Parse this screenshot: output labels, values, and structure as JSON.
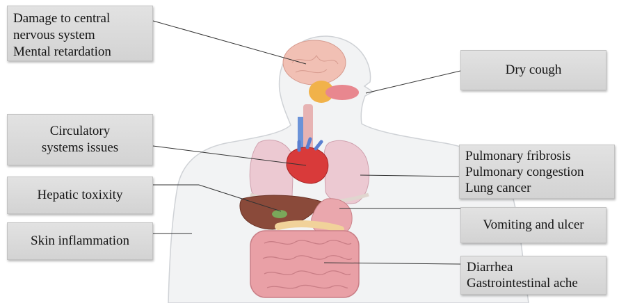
{
  "labels": {
    "brain": [
      "Damage to central",
      "nervous system",
      "Mental retardation"
    ],
    "mouth": [
      "Dry cough"
    ],
    "heart": [
      "Circulatory",
      "systems issues"
    ],
    "lungs": [
      "Pulmonary fribrosis",
      "Pulmonary congestion",
      "Lung cancer"
    ],
    "liver": [
      "Hepatic toxixity"
    ],
    "stomach": [
      "Vomiting and ulcer"
    ],
    "skin": [
      "Skin inflammation"
    ],
    "intestine": [
      "Diarrhea",
      "Gastrointestinal ache"
    ]
  },
  "colors": {
    "skin": "#f0f1f2",
    "lung": "#e7c6cf",
    "heart": "#d93a3a",
    "liver": "#8a4a3a",
    "intestine": "#e9a0a6",
    "leader_line": "#333333"
  }
}
